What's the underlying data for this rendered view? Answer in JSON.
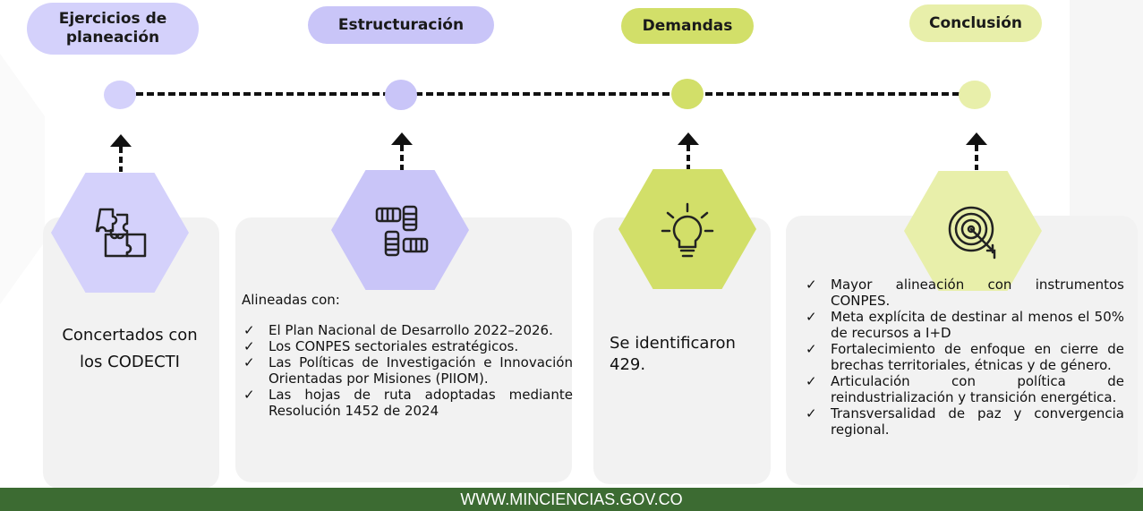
{
  "stages": [
    {
      "title": "Ejercicios de planeación",
      "icon": "puzzle-icon",
      "color": "#d4d1fb"
    },
    {
      "title": "Estructuración",
      "icon": "teamwork-hands-icon",
      "color": "#c9c5f8"
    },
    {
      "title": "Demandas",
      "icon": "lightbulb-icon",
      "color": "#d2df69"
    },
    {
      "title": "Conclusión",
      "icon": "target-icon",
      "color": "#e8efaa"
    }
  ],
  "cards": {
    "planeacion": {
      "text": "Concertados con los CODECTI"
    },
    "estructuracion": {
      "intro": "Alineadas con:",
      "items": [
        "El Plan Nacional de Desarrollo 2022–2026.",
        "Los CONPES sectoriales estratégicos.",
        "Las Políticas de Investigación e Innovación Orientadas por Misiones (PIIOM).",
        "Las hojas de ruta adoptadas mediante Resolución 1452 de 2024"
      ]
    },
    "demandas": {
      "text": "Se identificaron 429."
    },
    "conclusion": {
      "items": [
        "Mayor alineación con instrumentos CONPES.",
        "Meta explícita de destinar al menos el 50% de recursos a I+D",
        "Fortalecimiento de enfoque en cierre de brechas territoriales, étnicas y de género.",
        "Articulación con política de reindustrialización y transición energética.",
        "Transversalidad de paz y convergencia regional."
      ]
    }
  },
  "footer": {
    "url": "WWW.MINCIENCIAS.GOV.CO"
  }
}
